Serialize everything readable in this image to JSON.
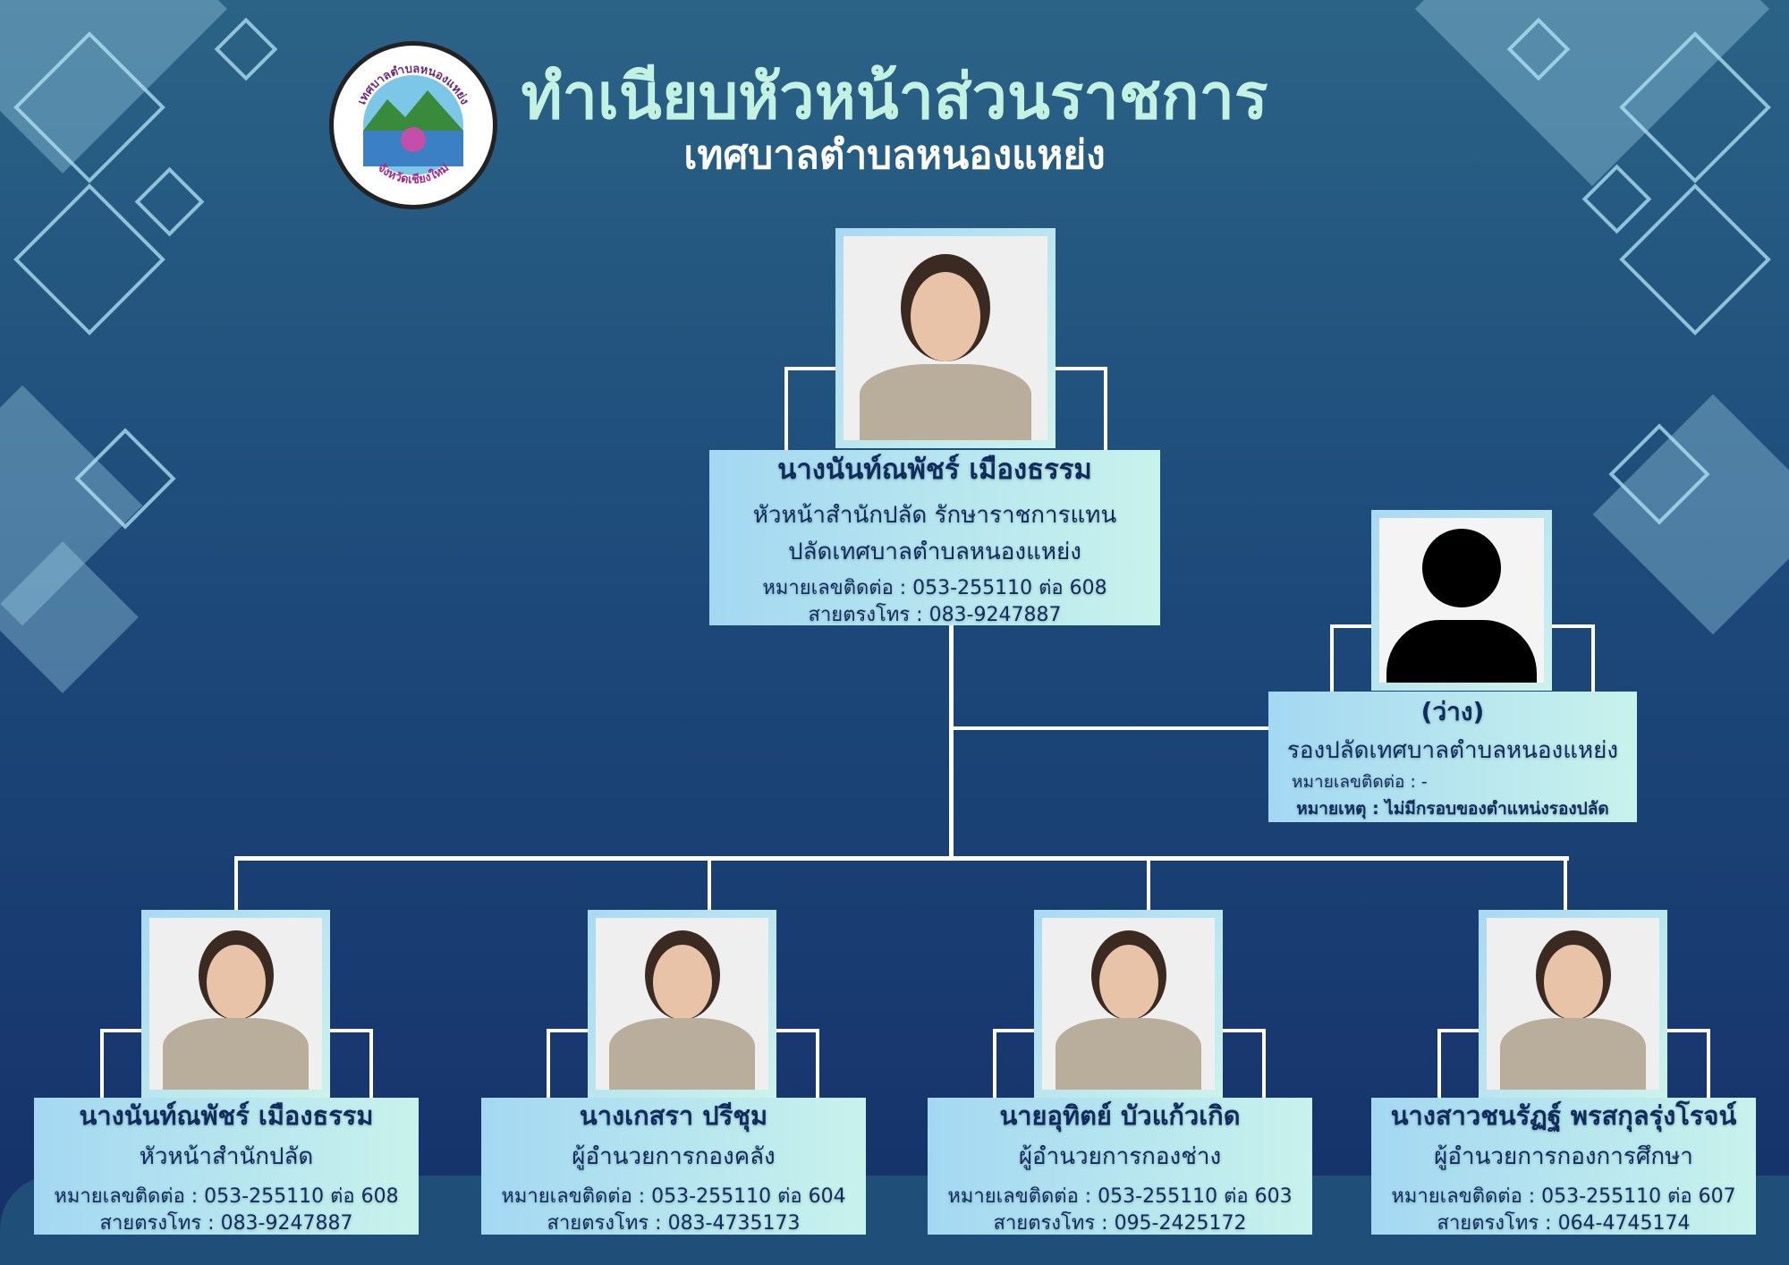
{
  "header": {
    "title": "ทำเนียบหัวหน้าส่วนราชการ",
    "subtitle": "เทศบาลตำบลหนองแหย่ง",
    "logo": {
      "top_text": "เทศบาลตำบลหนองแหย่ง",
      "bottom_text": "จังหวัดเชียงใหม่"
    }
  },
  "colors": {
    "title": "#c4f2e2",
    "card_text": "#0f2c5e",
    "bg_top": "#2b6386",
    "bg_bottom": "#15306a"
  },
  "top": {
    "name": "นางนันท์ณพัชร์ เมืองธรรม",
    "position1": "หัวหน้าสำนักปลัด รักษาราชการแทน",
    "position2": "ปลัดเทศบาลตำบลหนองแหย่ง",
    "contact": "หมายเลขติดต่อ : 053-255110 ต่อ 608",
    "direct": "สายตรงโทร : 083-9247887"
  },
  "deputy": {
    "name": "(ว่าง)",
    "position": "รองปลัดเทศบาลตำบลหนองแหย่ง",
    "contact": "หมายเลขติดต่อ : -",
    "note": "หมายเหตุ : ไม่มีกรอบของตำแหน่งรองปลัด",
    "icon": "person-silhouette-icon"
  },
  "heads": [
    {
      "name": "นางนันท์ณพัชร์ เมืองธรรม",
      "position": "หัวหน้าสำนักปลัด",
      "contact": "หมายเลขติดต่อ : 053-255110 ต่อ 608",
      "direct": "สายตรงโทร : 083-9247887"
    },
    {
      "name": "นางเกสรา ปรีชุม",
      "position": "ผู้อำนวยการกองคลัง",
      "contact": "หมายเลขติดต่อ : 053-255110 ต่อ 604",
      "direct": "สายตรงโทร : 083-4735173"
    },
    {
      "name": "นายอุทิตย์ บัวแก้วเกิด",
      "position": "ผู้อำนวยการกองช่าง",
      "contact": "หมายเลขติดต่อ : 053-255110 ต่อ 603",
      "direct": "สายตรงโทร : 095-2425172"
    },
    {
      "name": "นางสาวชนรัฏฐ์ พรสกุลรุ่งโรจน์",
      "position": "ผู้อำนวยการกองการศึกษา",
      "contact": "หมายเลขติดต่อ : 053-255110 ต่อ 607",
      "direct": "สายตรงโทร : 064-4745174"
    }
  ]
}
